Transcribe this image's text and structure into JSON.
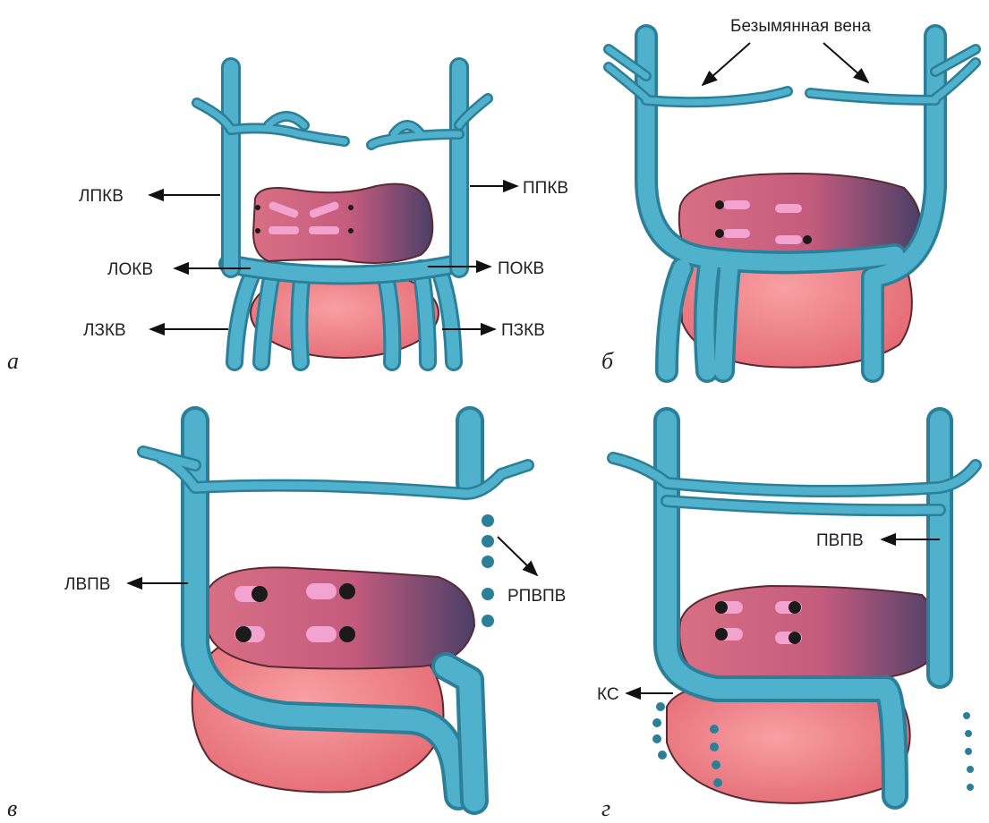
{
  "panels": [
    {
      "letter": "а",
      "labels": [
        "ЛПКВ",
        "ППКВ",
        "ЛОКВ",
        "ПОКВ",
        "ЛЗКВ",
        "ПЗКВ"
      ]
    },
    {
      "letter": "б",
      "labels": [
        "Безымянная вена"
      ]
    },
    {
      "letter": "в",
      "labels": [
        "ЛВПВ",
        "РПВПВ"
      ]
    },
    {
      "letter": "г",
      "labels": [
        "ПВПВ",
        "КС"
      ]
    }
  ],
  "colors": {
    "vein": "#4fb1cc",
    "vein_edge": "#2b7f98",
    "organ_pink": "#f07f86",
    "heart_dark": "#4a3f67",
    "catheter": "#f2a3cf"
  }
}
